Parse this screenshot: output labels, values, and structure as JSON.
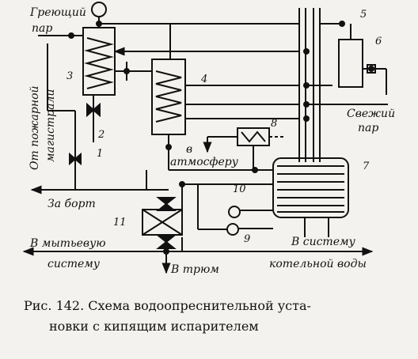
{
  "labels": {
    "heating_steam_1": "Греющий",
    "heating_steam_2": "пар",
    "fire_main_1": "От пожарной",
    "fire_main_2": "магистрали",
    "overboard": "За борт",
    "atmosphere_1": "в",
    "atmosphere_2": "атмосферу",
    "fresh_steam_1": "Свежий",
    "fresh_steam_2": "пар",
    "wash_system_1": "В мытьевую",
    "wash_system_2": "систему",
    "to_hold": "В трюм",
    "boiler_water_1": "В систему",
    "boiler_water_2": "котельной воды"
  },
  "numbers": {
    "n1": "1",
    "n2": "2",
    "n3": "3",
    "n4": "4",
    "n5": "5",
    "n6": "6",
    "n7": "7",
    "n8": "8",
    "n9": "9",
    "n10": "10",
    "n11": "11"
  },
  "caption": {
    "line1": "Рис. 142. Схема водоопреснительной уста-",
    "line2": "новки с кипящим испарителем"
  }
}
